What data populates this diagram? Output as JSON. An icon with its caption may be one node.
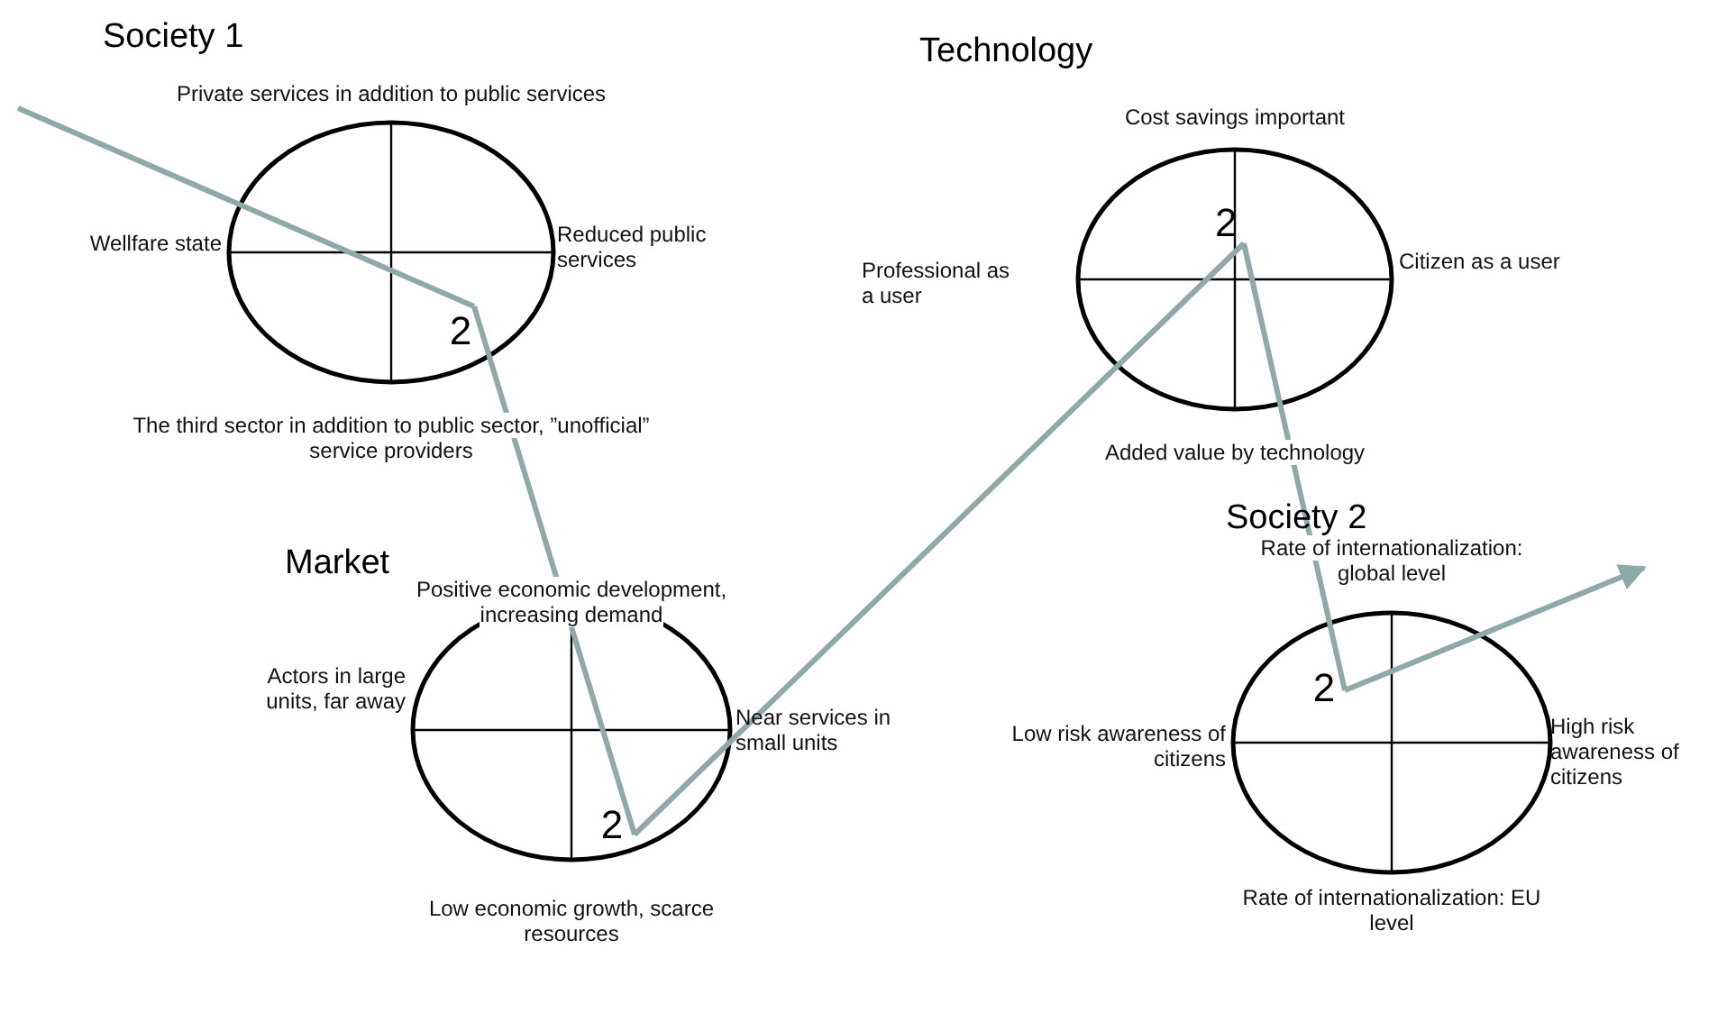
{
  "diagram": {
    "nodes": [
      {
        "text": [
          "Society 1"
        ],
        "beside": [
          "Private services in addition to public services",
          "Wellfare state",
          "Reduced public services",
          "The third sector in addition to public sector, ”unofficial” service providers"
        ]
      },
      {
        "text": [
          "2"
        ],
        "in": 0
      },
      {
        "text": [
          "Market"
        ],
        "beside": [
          "Positive economic development, increasing demand",
          "Actors in large units, far away",
          "Near services in small units",
          "Low economic growth, scarce resources"
        ]
      },
      {
        "text": [
          "2"
        ],
        "in": 2
      },
      {
        "text": [
          "Technology"
        ],
        "beside": [
          "Cost savings important",
          "Professional as a user",
          "Citizen as a user",
          "Added value by technology"
        ]
      },
      {
        "text": [
          "2"
        ],
        "in": 4
      },
      {
        "text": [
          "Society 2"
        ],
        "beside": [
          "Rate of internationalization: global level",
          "Low risk awareness of citizens",
          "High risk awareness of citizens",
          "Rate of internationalization: EU level"
        ]
      },
      {
        "text": [
          "2"
        ],
        "in": 6
      }
    ],
    "edges": [
      {
        "from": null,
        "to": 1,
        "arrow": "none"
      },
      {
        "from": 1,
        "to": 3,
        "arrow": "none"
      },
      {
        "from": 3,
        "to": 5,
        "arrow": "none"
      },
      {
        "from": 5,
        "to": 7,
        "arrow": "none"
      },
      {
        "from": 7,
        "to": null,
        "arrow": "to"
      }
    ]
  }
}
